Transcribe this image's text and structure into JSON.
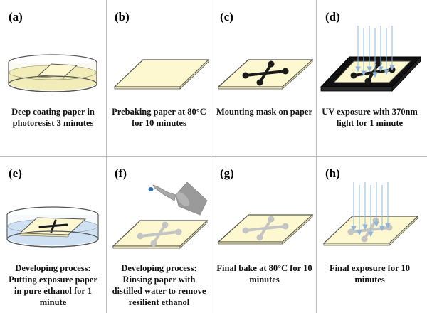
{
  "colors": {
    "paper": "#fdf8cf",
    "paper_edge": "#555555",
    "mask": "#1a1a1a",
    "pattern_developed": "#c4c4c4",
    "photoresist_liquid": "#f2edb8",
    "ethanol_liquid": "#cfe1f2",
    "uv_light": "#8fb6dd",
    "chamber": "#111111",
    "divider": "#bdbdbd"
  },
  "panels": [
    {
      "label": "(a)",
      "caption": "Deep coating paper in photoresist 3 minutes",
      "illustration": "dish-photoresist-icon"
    },
    {
      "label": "(b)",
      "caption": "Prebaking paper at 80°C for 10 minutes",
      "illustration": "paper-sheet-icon"
    },
    {
      "label": "(c)",
      "caption": "Mounting mask on paper",
      "illustration": "paper-with-mask-icon"
    },
    {
      "label": "(d)",
      "caption": "UV exposure with 370nm light for 1 minute",
      "illustration": "uv-exposure-chamber-icon"
    },
    {
      "label": "(e)",
      "caption": "Developing process: Putting exposure paper in pure ethanol for 1 minute",
      "illustration": "dish-ethanol-icon"
    },
    {
      "label": "(f)",
      "caption": "Developing process: Rinsing paper with distilled water to remove resilient ethanol",
      "illustration": "rinse-bottle-icon"
    },
    {
      "label": "(g)",
      "caption": "Final bake at 80°C for 10 minutes",
      "illustration": "paper-final-bake-icon"
    },
    {
      "label": "(h)",
      "caption": "Final exposure for 10 minutes",
      "illustration": "final-exposure-icon"
    }
  ]
}
